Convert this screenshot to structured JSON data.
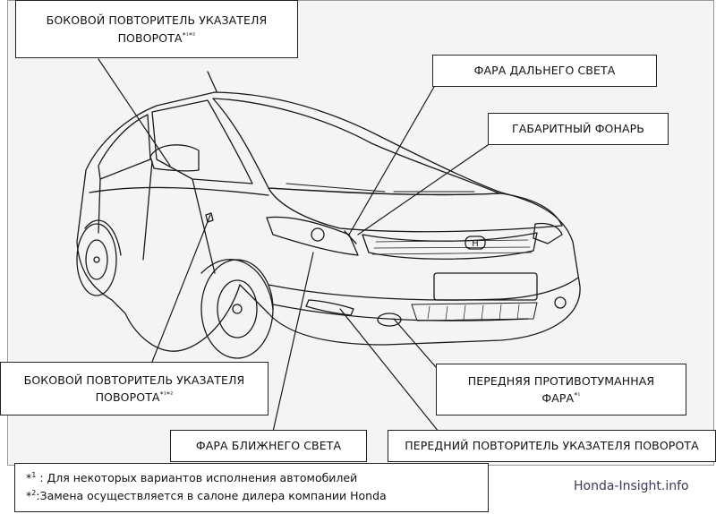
{
  "labels": {
    "side_repeater_top": {
      "line1": "БОКОВОЙ ПОВТОРИТЕЛЬ УКАЗАТЕЛЯ",
      "line2": "ПОВОРОТА",
      "mark": "*¹*²"
    },
    "high_beam": {
      "text": "ФАРА ДАЛЬНЕГО СВЕТА"
    },
    "position_lamp": {
      "text": "ГАБАРИТНЫЙ ФОНАРЬ"
    },
    "side_repeater_bottom": {
      "line1": "БОКОВОЙ ПОВТОРИТЕЛЬ УКАЗАТЕЛЯ",
      "line2": "ПОВОРОТА",
      "mark": "*¹*²"
    },
    "fog_lamp": {
      "line1": "ПЕРЕДНЯЯ ПРОТИВОТУМАННАЯ",
      "line2": "ФАРА",
      "mark": "*¹"
    },
    "low_beam": {
      "text": "ФАРА БЛИЖНЕГО СВЕТА"
    },
    "front_repeater": {
      "text": "ПЕРЕДНИЙ ПОВТОРИТЕЛЬ УКАЗАТЕЛЯ ПОВОРОТА"
    }
  },
  "notes": {
    "note1_mark": "*",
    "note1_sup": "1",
    "note1_text": " : Для некоторых вариантов исполнения автомобилей",
    "note2_mark": "*",
    "note2_sup": "2",
    "note2_text": ":Замена осуществляется в салоне дилера компании Honda"
  },
  "watermark": "Honda-Insight.info",
  "colors": {
    "frame_bg": "#f4f4f4",
    "line": "#1a1a1a",
    "text": "#111111"
  }
}
